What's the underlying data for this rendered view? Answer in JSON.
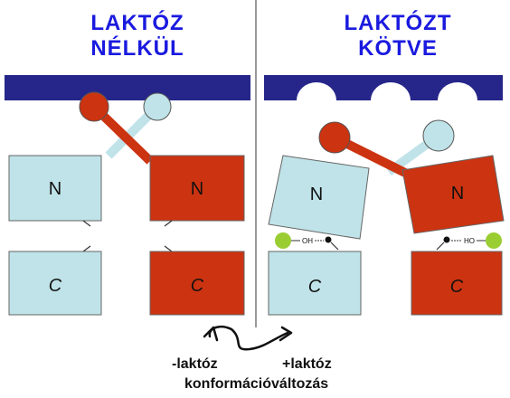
{
  "left_panel": {
    "title_line1": "LAKTÓZ",
    "title_line2": "NÉLKÜL"
  },
  "right_panel": {
    "title_line1": "LAKTÓZT",
    "title_line2": "KÖTVE"
  },
  "domain_labels": {
    "n": "N",
    "c": "C"
  },
  "bond_labels": {
    "left_group": "OH",
    "right_group": "HO"
  },
  "captions": {
    "minus_lactose": "-laktóz",
    "plus_lactose": "+laktóz",
    "conformation_change": "konformációváltozás"
  },
  "colors": {
    "title_blue": "#1a1adf",
    "dna_bar": "#26268a",
    "light_blue": "#bfe3e8",
    "red": "#cc3311",
    "green": "#9acd32"
  }
}
